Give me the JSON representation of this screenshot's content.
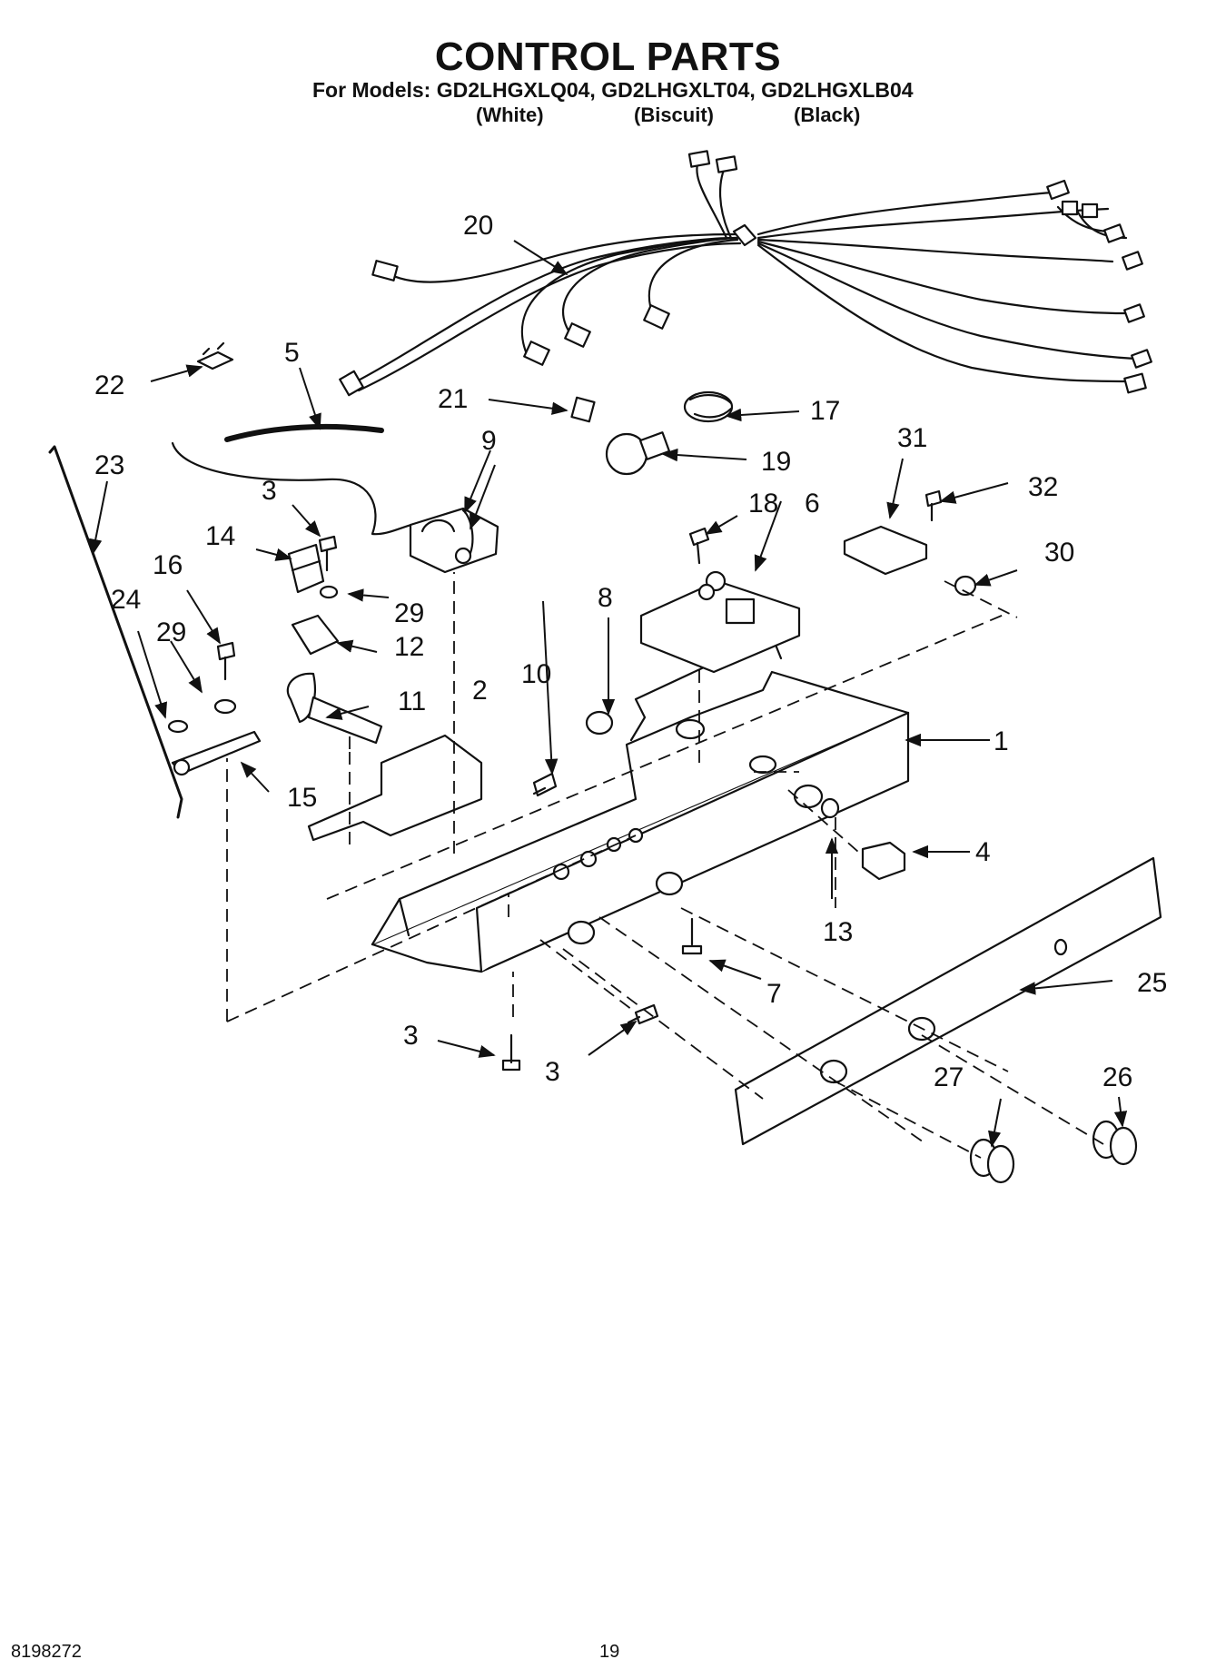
{
  "header": {
    "title": "CONTROL PARTS",
    "models": "For Models: GD2LHGXLQ04, GD2LHGXLT04, GD2LHGXLB04",
    "variants": [
      "(White)",
      "(Biscuit)",
      "(Black)"
    ]
  },
  "callouts": {
    "c1": "1",
    "c2": "2",
    "c3a": "3",
    "c3b": "3",
    "c3c": "3",
    "c4": "4",
    "c5": "5",
    "c6": "6",
    "c7": "7",
    "c8": "8",
    "c9": "9",
    "c10": "10",
    "c11": "11",
    "c12": "12",
    "c13": "13",
    "c14": "14",
    "c15": "15",
    "c16": "16",
    "c17": "17",
    "c18": "18",
    "c19": "19",
    "c20": "20",
    "c21": "21",
    "c22": "22",
    "c23": "23",
    "c24": "24",
    "c25": "25",
    "c26": "26",
    "c27": "27",
    "c29a": "29",
    "c29b": "29",
    "c30": "30",
    "c31": "31",
    "c32": "32"
  },
  "footer": {
    "doc_number": "8198272",
    "page_number": "19"
  }
}
